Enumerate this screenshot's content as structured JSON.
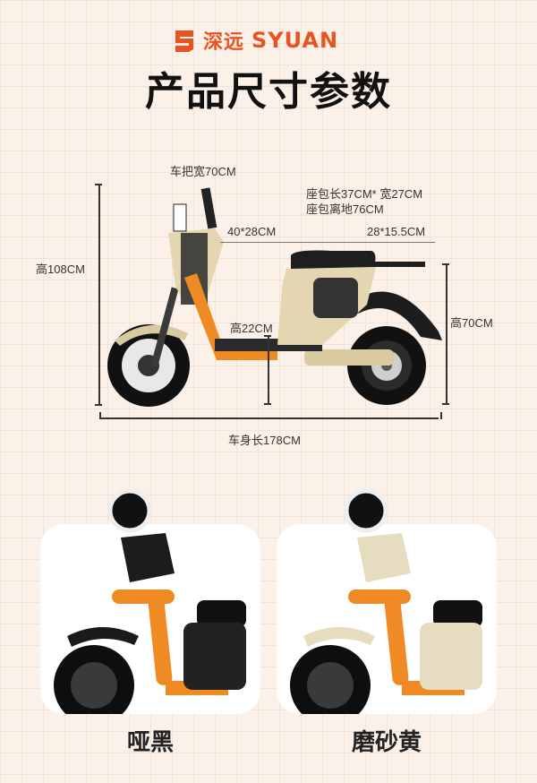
{
  "brand": {
    "name_cn": "深远",
    "name_en": "SYUAN",
    "color": "#e8531f",
    "logo_icon": "s-logo-icon"
  },
  "page_title": "产品尺寸参数",
  "dimensions": {
    "handlebar_width": "车把宽70CM",
    "seat_bag_size": "座包长37CM* 宽27CM",
    "seat_height": "座包离地76CM",
    "front_storage": "40*28CM",
    "rear_rack": "28*15.5CM",
    "total_height": "高108CM",
    "ground_clearance": "高22CM",
    "rear_height": "高70CM",
    "body_length": "车身长178CM"
  },
  "colors": [
    {
      "name": "哑黑",
      "body": "#1c1c1c",
      "frame": "#f08a24"
    },
    {
      "name": "磨砂黄",
      "body": "#e6dcbf",
      "frame": "#f08a24"
    }
  ]
}
